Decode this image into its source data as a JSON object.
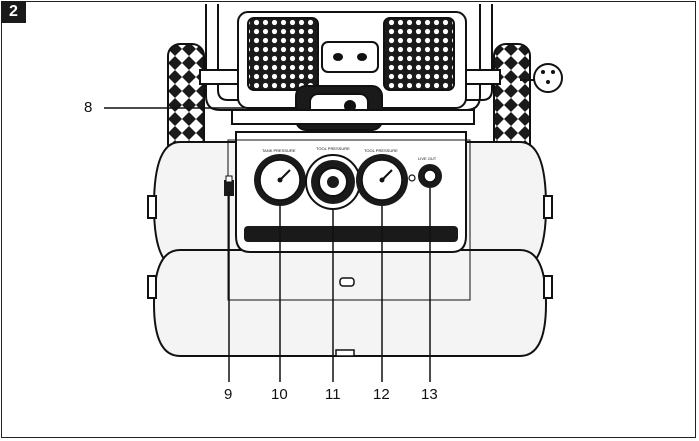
{
  "figure": {
    "number": "2"
  },
  "gauges": {
    "tank_pressure_label": "TANK PRESSURE",
    "tool_pressure_label": "TOOL PRESSURE",
    "regulator_label": "TOOL PRESSURE",
    "coupler_label": "LIVE OUT"
  },
  "callouts": [
    {
      "id": "8",
      "label": "8"
    },
    {
      "id": "9",
      "label": "9"
    },
    {
      "id": "10",
      "label": "10"
    },
    {
      "id": "11",
      "label": "11"
    },
    {
      "id": "12",
      "label": "12"
    },
    {
      "id": "13",
      "label": "13"
    }
  ],
  "colors": {
    "line": "#111111",
    "fill_light": "#f4f4f4",
    "fill_dark": "#1a1a1a"
  }
}
